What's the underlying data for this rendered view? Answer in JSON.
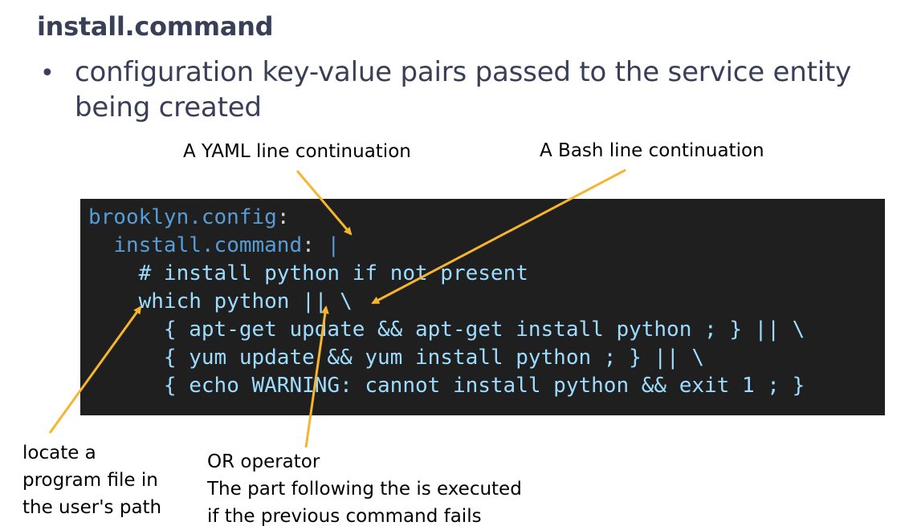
{
  "heading": "install.command",
  "bullet": {
    "symbol": "•",
    "text": "configuration key-value pairs passed to the service entity being created"
  },
  "code": {
    "line1_key": "brooklyn.config",
    "line1_punct": ":",
    "line2_key": "install.command",
    "line2_punct": ": ",
    "line2_pipe": "|",
    "line3": "# install python if not present",
    "line4": "which python || \\",
    "line5": "{ apt-get update && apt-get install python ; } || \\",
    "line6": "{ yum update && yum install python ; } || \\",
    "line7": "{ echo WARNING: cannot install python && exit 1 ; }"
  },
  "annotations": {
    "yaml": "A YAML line continuation",
    "bash": "A Bash line continuation",
    "which_1": "locate a",
    "which_2": "program file in",
    "which_3": "the user's path",
    "or_1": "OR operator",
    "or_2": "The part following the is executed",
    "or_3": "if the previous command fails"
  },
  "colors": {
    "heading": "#3a3f58",
    "code_background": "#1f1f1f",
    "code_keyword": "#569cd6",
    "code_text": "#9cdcfe",
    "arrow": "#f5b52e"
  }
}
